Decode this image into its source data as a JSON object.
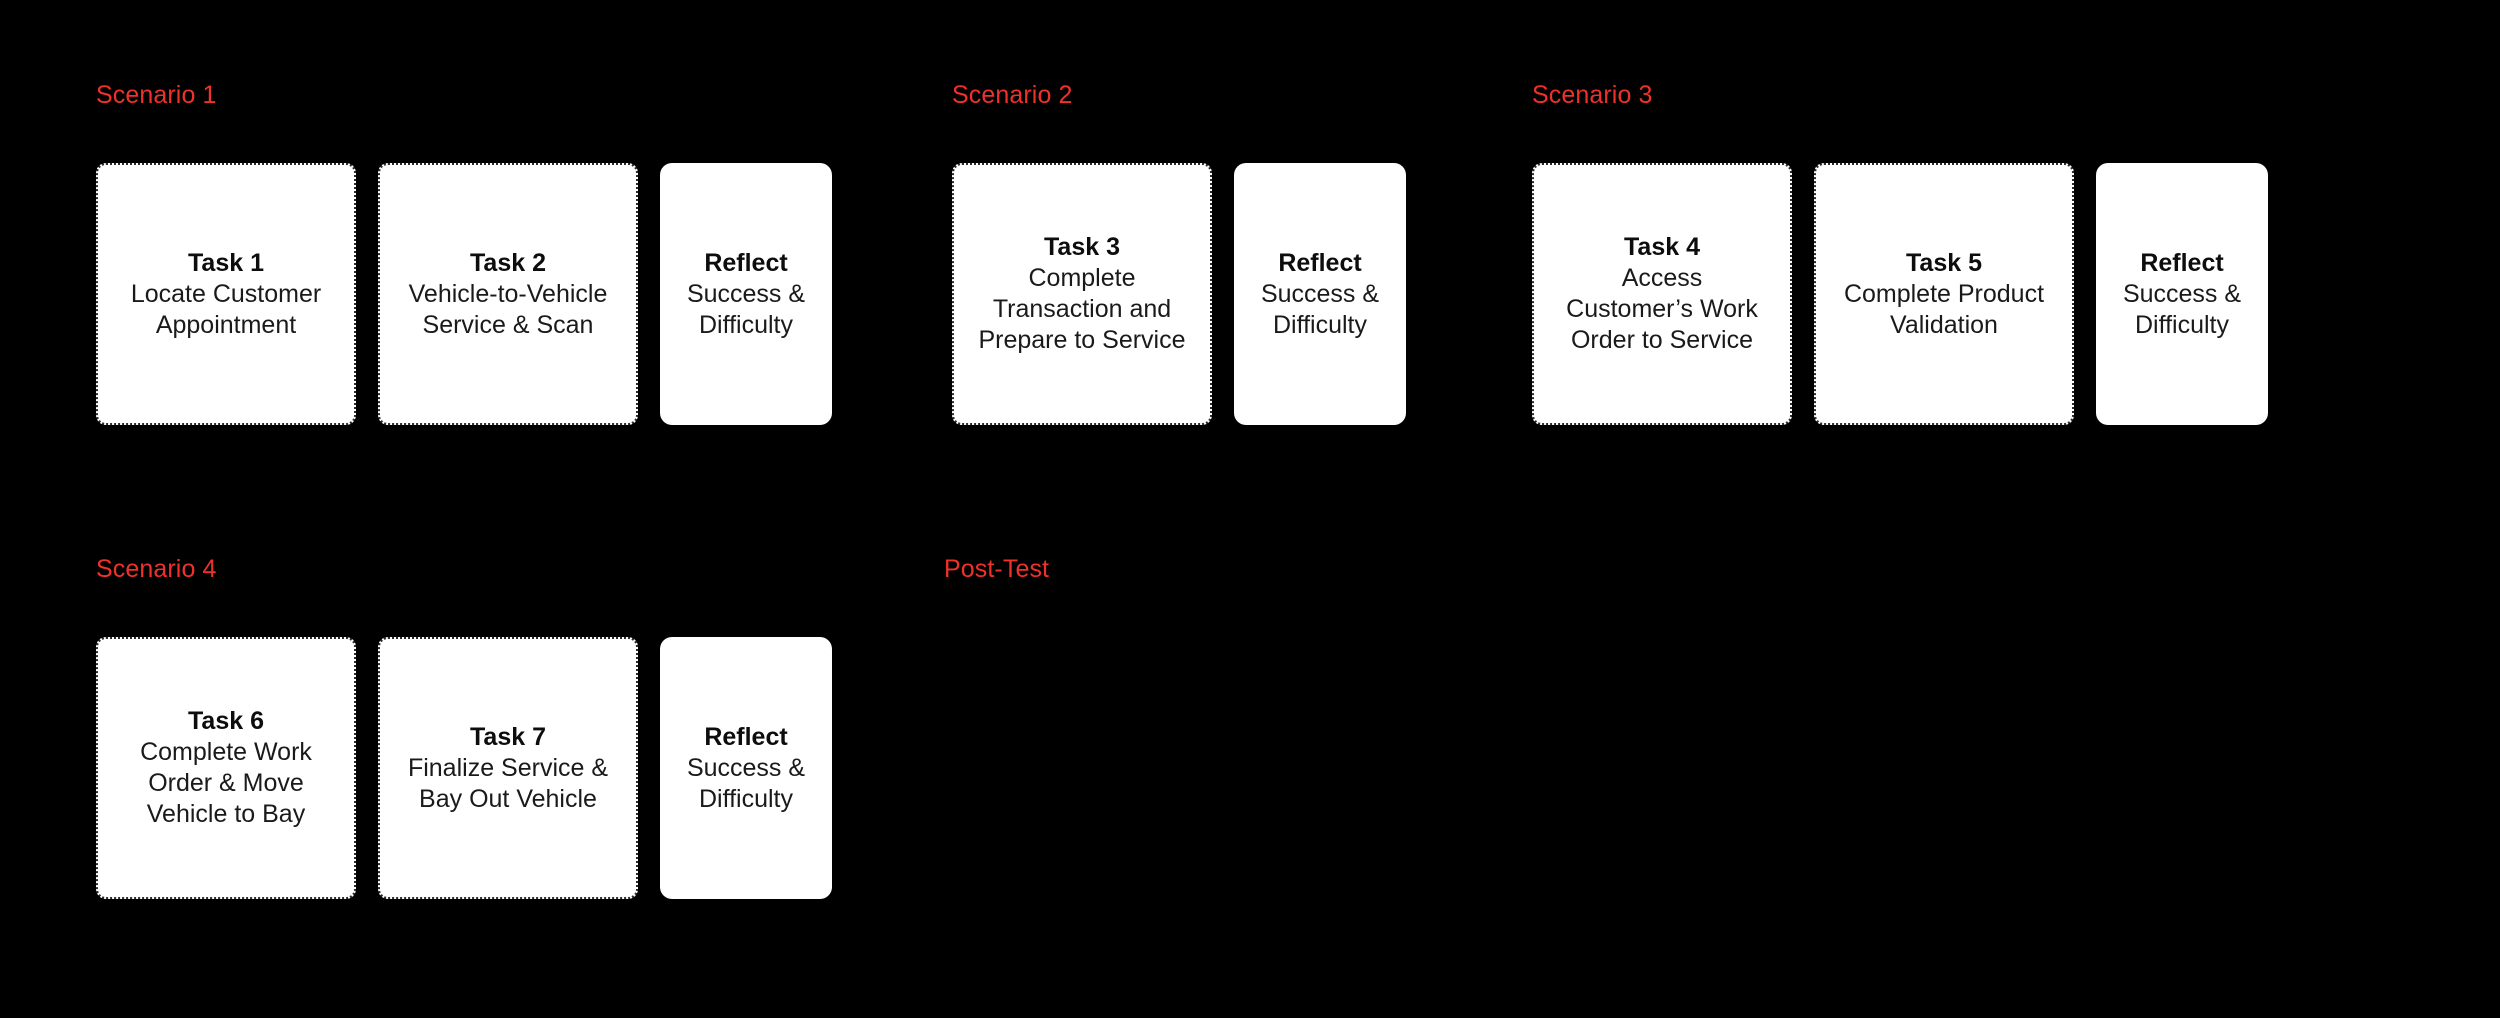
{
  "page": {
    "background_color": "#000000",
    "accent_color": "#f0312a",
    "card_background": "#ffffff",
    "card_text_color": "#111111"
  },
  "rows": [
    {
      "name": "row-1",
      "groups": [
        {
          "id": "s1",
          "label": "Scenario 1",
          "cards": [
            {
              "kind": "task",
              "title": "Task 1",
              "desc": "Locate Customer\nAppointment"
            },
            {
              "kind": "task",
              "title": "Task 2",
              "desc": "Vehicle-to-Vehicle\nService & Scan"
            },
            {
              "kind": "reflect",
              "title": "Reflect",
              "desc": "Success &\nDifficulty"
            }
          ]
        },
        {
          "id": "s2",
          "label": "Scenario 2",
          "cards": [
            {
              "kind": "task",
              "title": "Task 3",
              "desc": "Complete\nTransaction and\nPrepare to Service"
            },
            {
              "kind": "reflect",
              "title": "Reflect",
              "desc": "Success &\nDifficulty"
            }
          ]
        },
        {
          "id": "s3",
          "label": "Scenario 3",
          "cards": [
            {
              "kind": "task",
              "title": "Task 4",
              "desc": "Access\nCustomer’s Work\nOrder to Service"
            },
            {
              "kind": "task",
              "title": "Task 5",
              "desc": "Complete Product\nValidation"
            },
            {
              "kind": "reflect",
              "title": "Reflect",
              "desc": "Success &\nDifficulty"
            }
          ]
        }
      ]
    },
    {
      "name": "row-2",
      "groups": [
        {
          "id": "s4",
          "label": "Scenario 4",
          "cards": [
            {
              "kind": "task",
              "title": "Task 6",
              "desc": "Complete Work\nOrder & Move\nVehicle to Bay"
            },
            {
              "kind": "task",
              "title": "Task 7",
              "desc": "Finalize Service &\nBay Out Vehicle"
            },
            {
              "kind": "reflect",
              "title": "Reflect",
              "desc": "Success &\nDifficulty"
            }
          ]
        },
        {
          "id": "post",
          "label": "Post-Test",
          "cards": []
        }
      ]
    }
  ]
}
